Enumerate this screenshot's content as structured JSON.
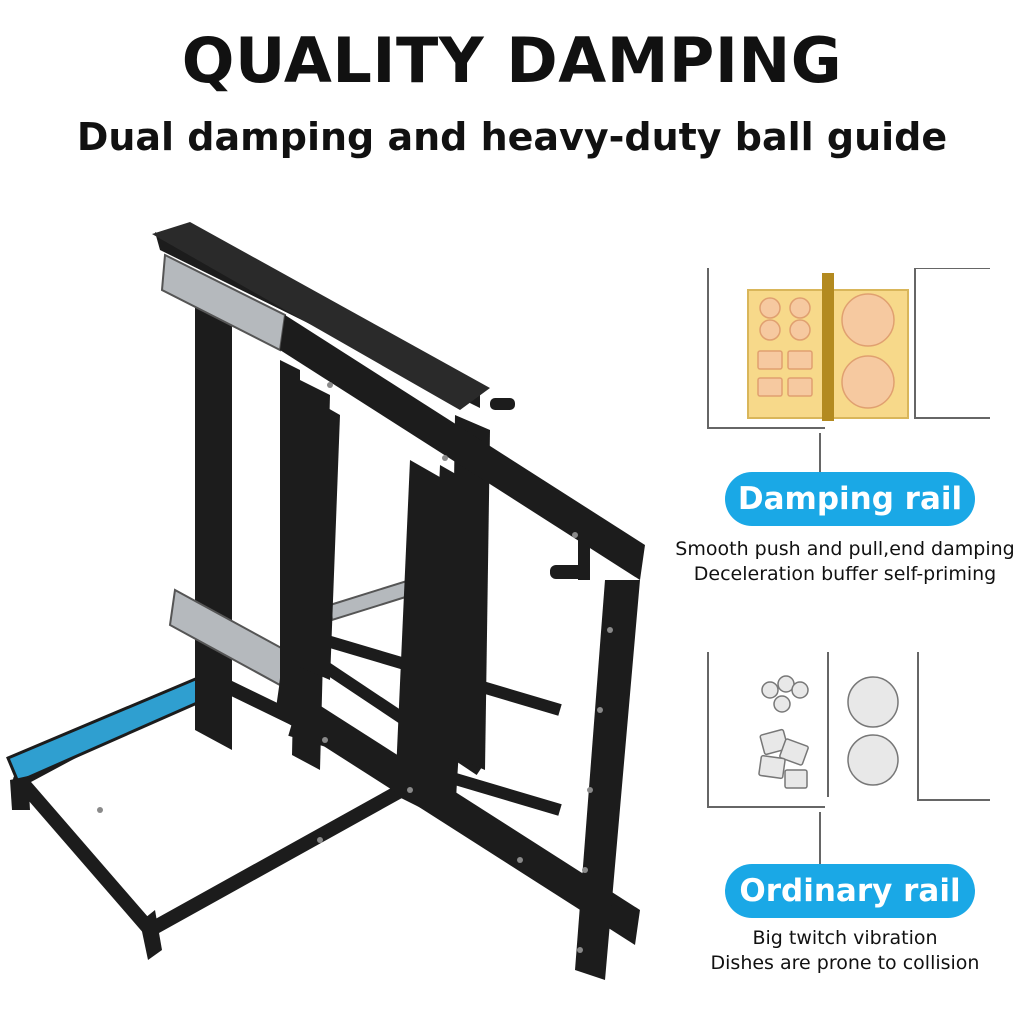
{
  "heading": "QUALITY DAMPING",
  "subheading": "Dual damping and heavy-duty ball guide",
  "colors": {
    "accent": "#1aa8e6",
    "rail_highlight": "#2f9fd0",
    "frame": "#1c1c1c",
    "tray": "#f7d98a",
    "dish": "#f6c9a0"
  },
  "damping": {
    "label": "Damping rail",
    "line1": "Smooth push and pull,end damping",
    "line2": "Deceleration buffer self-priming"
  },
  "ordinary": {
    "label": "Ordinary rail",
    "line1": "Big twitch vibration",
    "line2": "Dishes are prone to collision"
  }
}
